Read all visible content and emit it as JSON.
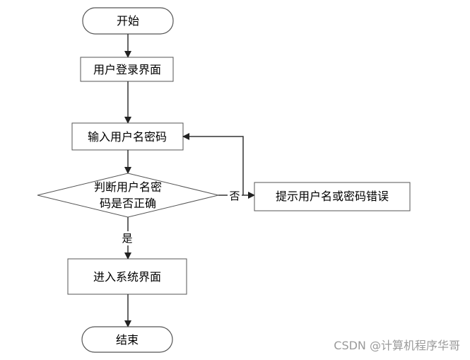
{
  "flowchart": {
    "start": "开始",
    "login_page": "用户登录界面",
    "input_credentials": "输入用户名密码",
    "check_line1": "判断用户名密",
    "check_line2": "码是否正确",
    "error_prompt": "提示用户名或密码错误",
    "enter_system": "进入系统界面",
    "end": "结束",
    "yes_label": "是",
    "no_label": "否"
  },
  "watermark": "CSDN @计算机程序华哥",
  "colors": {
    "line": "#333333",
    "border": "#555555",
    "text": "#000000",
    "watermark": "#9a9a9a"
  }
}
